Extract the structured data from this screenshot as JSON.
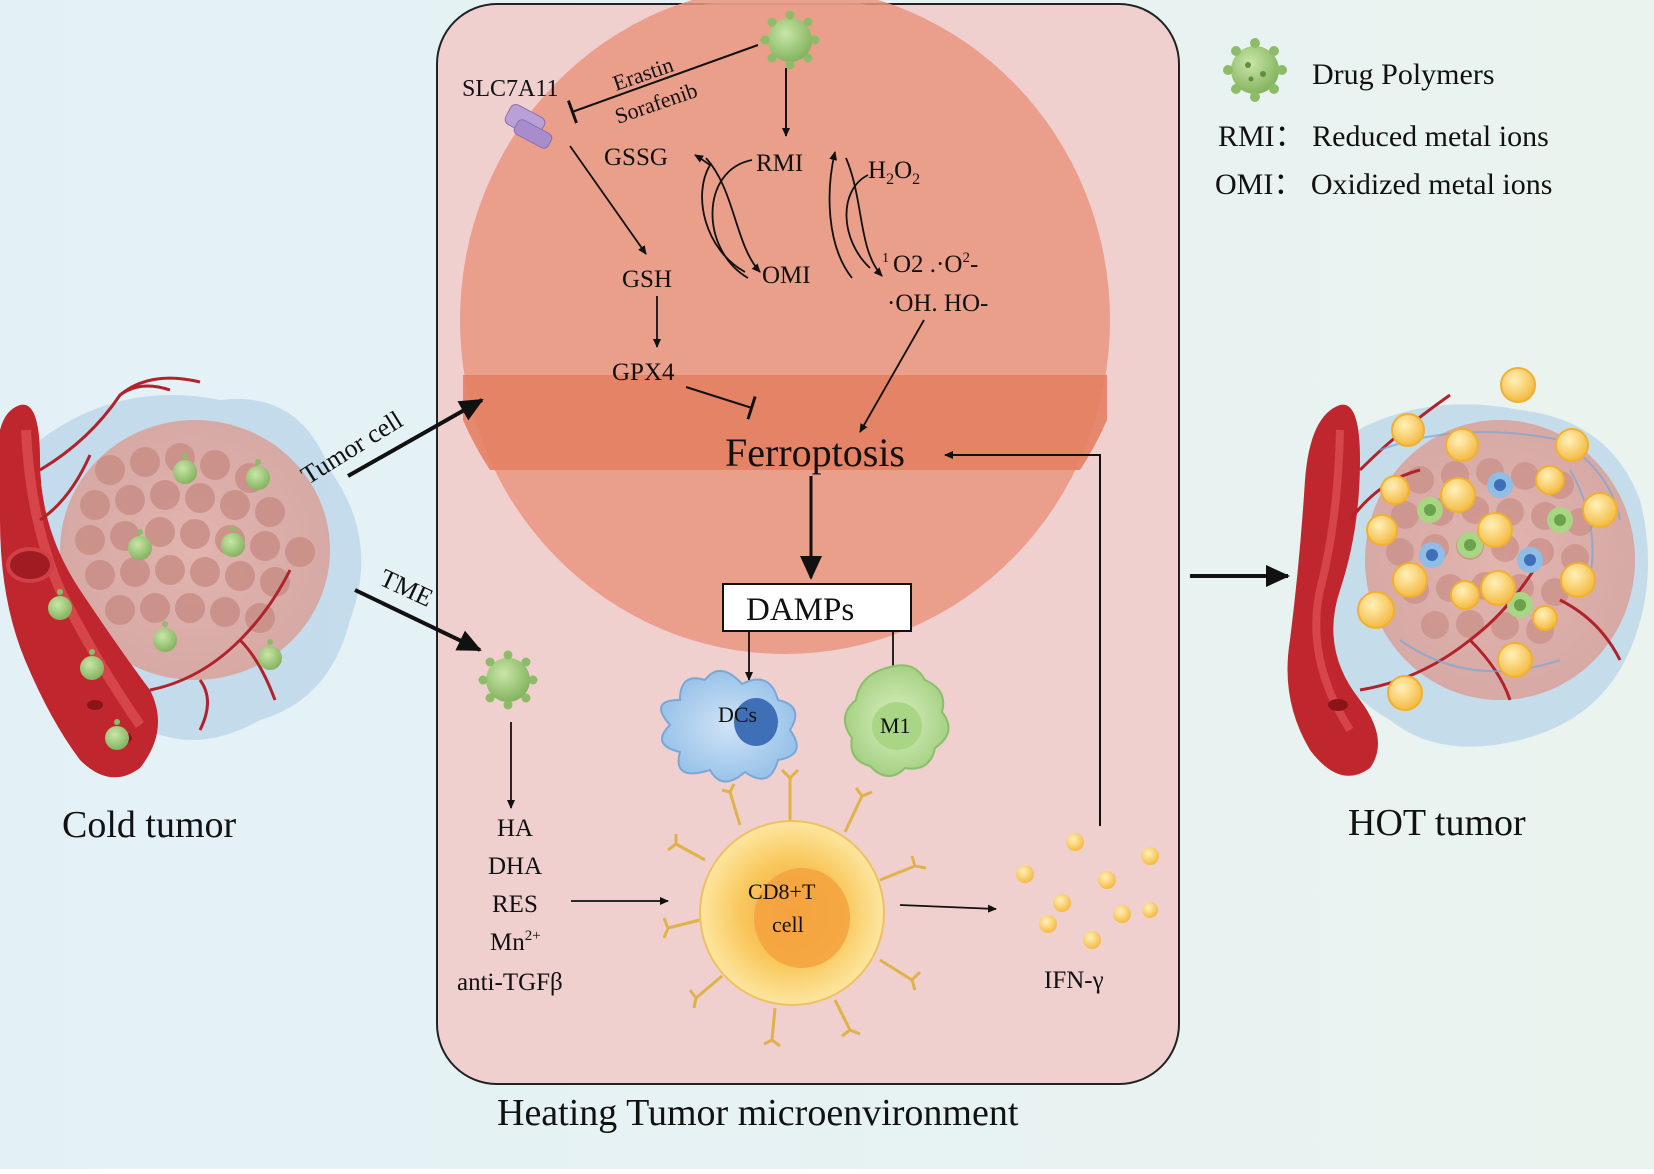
{
  "legend": {
    "drug_polymers": "Drug Polymers",
    "rmi_def": "RMI：  Reduced metal ions",
    "omi_def": "OMI：  Oxidized metal ions"
  },
  "left": {
    "label": "Cold tumor",
    "arrow_tumor_cell": "Tumor cell",
    "arrow_tme": "TME"
  },
  "right": {
    "label": "HOT tumor"
  },
  "bottom_title": "Heating  Tumor microenvironment",
  "pathway": {
    "slc7a11": "SLC7A11",
    "erastin": "Erastin",
    "sorafenib": "Sorafenib",
    "gssg": "GSSG",
    "rmi": "RMI",
    "h2o2_main": "H",
    "h2o2_sub": "2",
    "h2o2_o": "O",
    "h2o2_sub2": "2",
    "gsh": "GSH",
    "omi": "OMI",
    "ros_sup": "1",
    "ros_line1": "O2 .·O",
    "ros_sup2": "2",
    "ros_end": "-",
    "ros_line2": "·OH. HO-",
    "gpx4": "GPX4",
    "ferroptosis": "Ferroptosis",
    "damps": "DAMPs",
    "dcs": "DCs",
    "m1": "M1",
    "cd8_line1": "CD8+T",
    "cd8_line2": "cell",
    "ifn": "IFN-γ"
  },
  "agents": [
    "HA",
    "DHA",
    "RES",
    "Mn",
    "anti-TGFβ"
  ],
  "agents_mn_sup": "2+",
  "colors": {
    "background_left": "#e6f2f7",
    "background_right": "#eaf3ee",
    "capsule_fill": "#f0d0d0",
    "sphere_fill": "#e9937e",
    "sphere_band": "#e57e63",
    "polymer_green": "#9cc97a",
    "tcell_yellow": "#f6c54d",
    "vessel_red": "#c0262d"
  }
}
